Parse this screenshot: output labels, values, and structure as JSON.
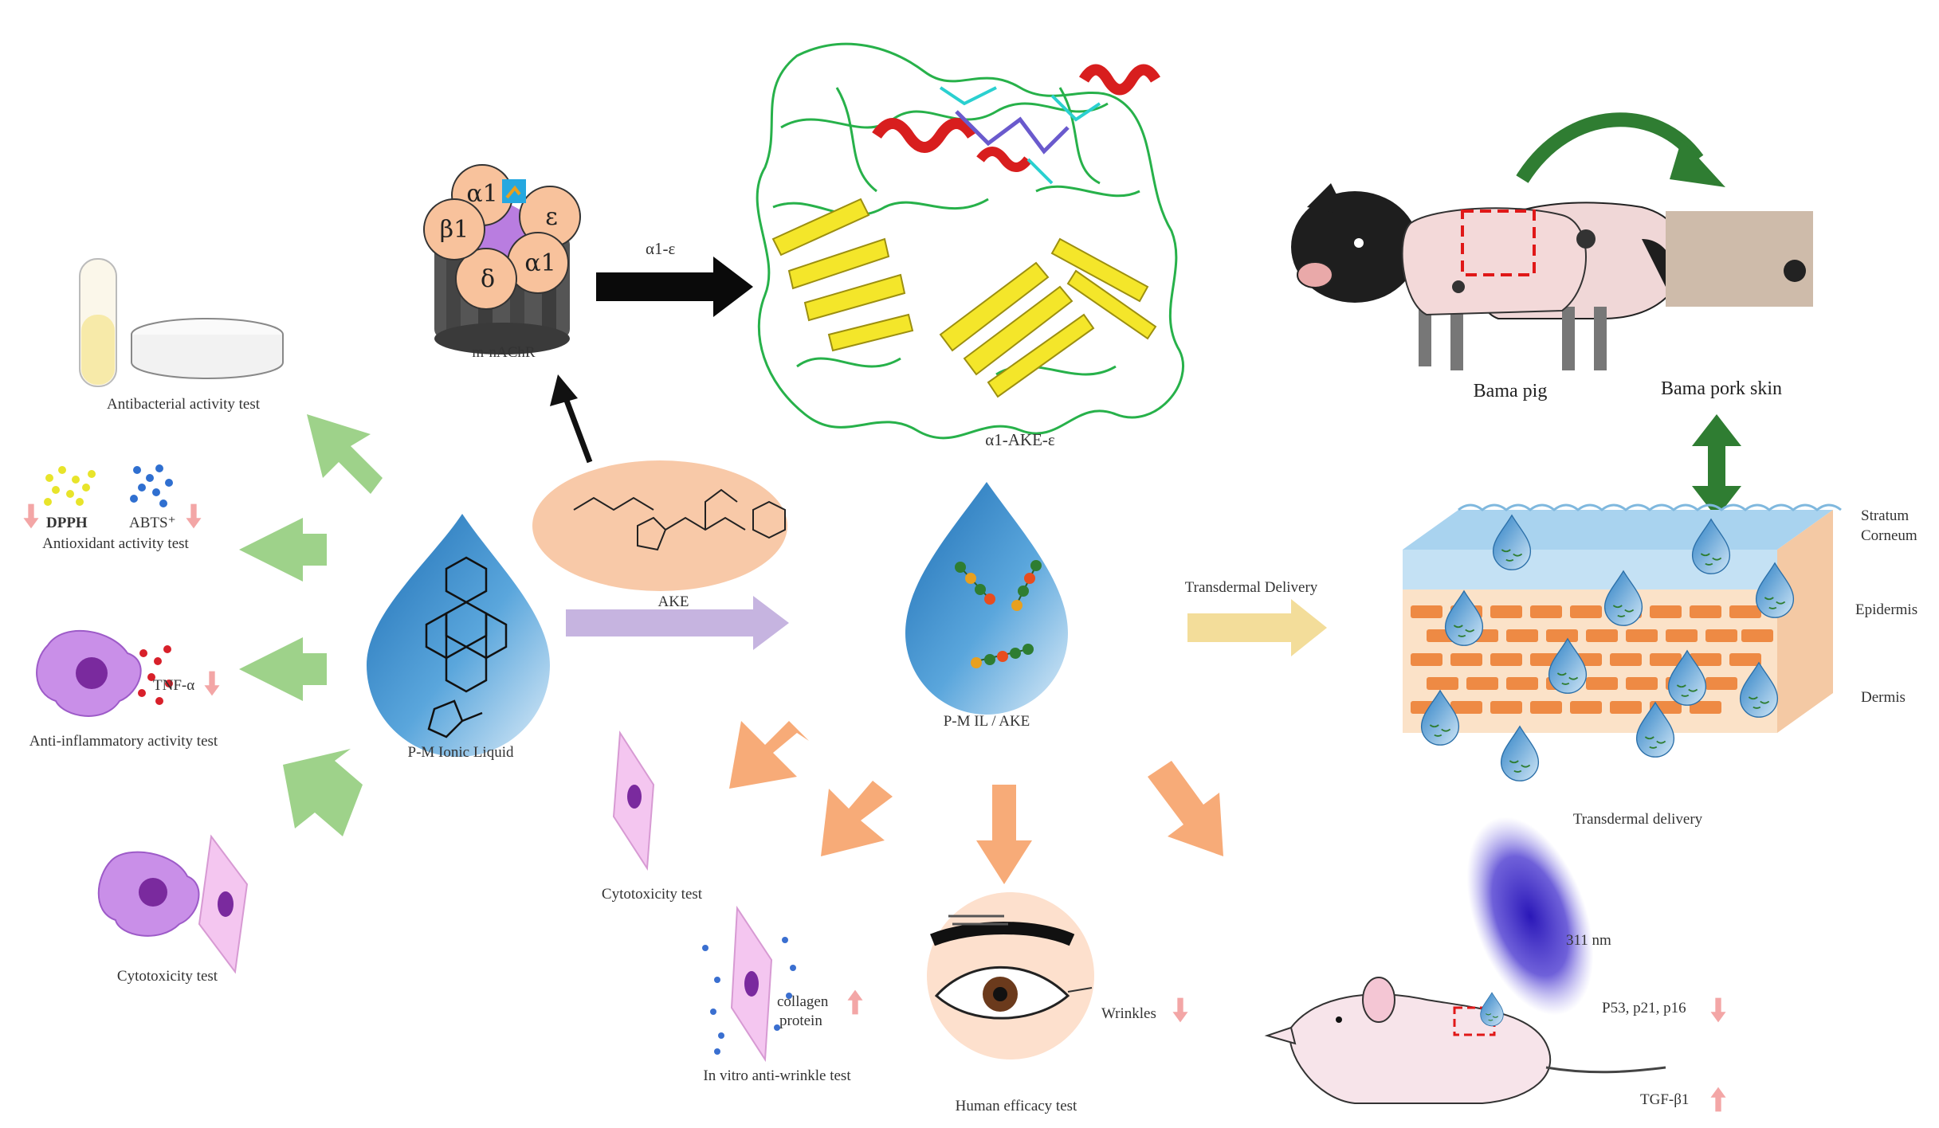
{
  "receptor": {
    "name": "m-nAChR",
    "subunits": [
      "α1",
      "ε",
      "α1",
      "δ",
      "β1"
    ],
    "arrow_label": "α1-ε",
    "complex_label": "α1-AKE-ε"
  },
  "center": {
    "peptide_label": "AKE",
    "ionic_liquid_label": "P-M Ionic Liquid",
    "loaded_label": "P-M IL / AKE",
    "transdermal_arrow_label": "Transdermal Delivery"
  },
  "left_tests": {
    "antibacterial": "Antibacterial activity test",
    "antioxidant": "Antioxidant activity test",
    "dpph": "DPPH",
    "abts": "ABTS⁺",
    "tnf": "TNF-α",
    "anti_inflammatory": "Anti-inflammatory activity test",
    "cytotoxicity": "Cytotoxicity test"
  },
  "bottom_tests": {
    "cytotoxicity": "Cytotoxicity test",
    "collagen": "collagen",
    "protein": "protein",
    "anti_wrinkle": "In vitro anti-wrinkle test",
    "wrinkles": "Wrinkles",
    "human_efficacy": "Human efficacy test"
  },
  "pig": {
    "pig_label": "Bama pig",
    "skin_label": "Bama pork skin"
  },
  "skin": {
    "stratum": "Stratum",
    "corneum": "Corneum",
    "epidermis": "Epidermis",
    "dermis": "Dermis",
    "caption": "Transdermal delivery"
  },
  "mouse": {
    "uv": "311 nm",
    "markers_down": "P53, p21, p16",
    "marker_up": "TGF-β1"
  },
  "colors": {
    "green_arrow": "#9ed28a",
    "orange_arrow": "#f7ab78",
    "purple_arrow": "#c6b4e0",
    "yellow_arrow": "#f3dd9a",
    "dark_green": "#2f7d32",
    "drop_blue": "#3d8fcf",
    "peach": "#f8c9a8",
    "down_red": "#f0a0a0"
  }
}
